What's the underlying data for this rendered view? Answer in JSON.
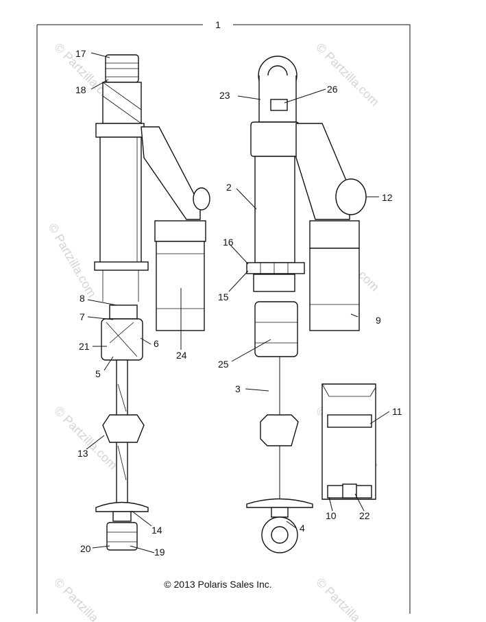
{
  "frame": {
    "label": "1"
  },
  "copyright": "© 2013 Polaris Sales Inc.",
  "watermark": {
    "main": "© Partzilla.com",
    "small": "© Partzilla.com"
  },
  "callouts": [
    "17",
    "18",
    "23",
    "26",
    "2",
    "12",
    "16",
    "15",
    "8",
    "7",
    "21",
    "6",
    "5",
    "24",
    "9",
    "25",
    "3",
    "11",
    "13",
    "14",
    "20",
    "19",
    "10",
    "22",
    "4"
  ]
}
